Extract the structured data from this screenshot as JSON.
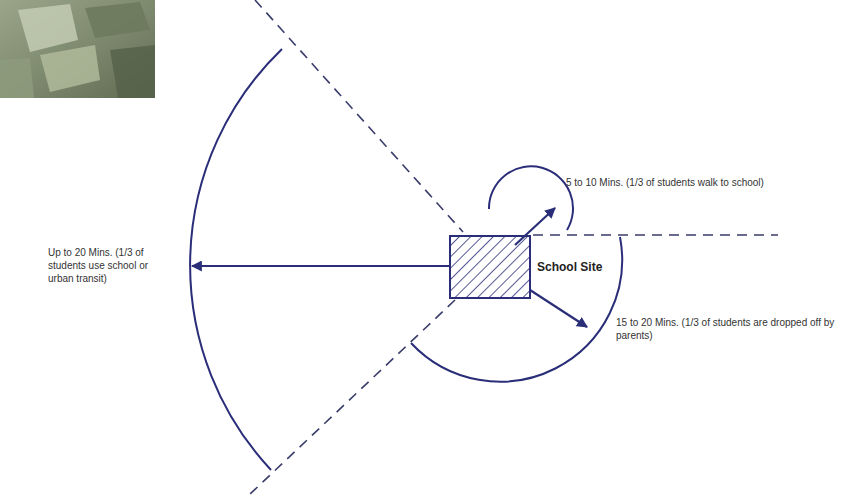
{
  "diagram": {
    "nodes": [
      {
        "text": [
          "School Site"
        ]
      }
    ],
    "labels": [
      "5 to 10 Mins. (1/3 of students walk to school)",
      "Up to 20 Mins. (1/3 of students use school or urban transit)",
      "15 to 20 Mins. (1/3 of students are dropped off by parents)"
    ]
  }
}
